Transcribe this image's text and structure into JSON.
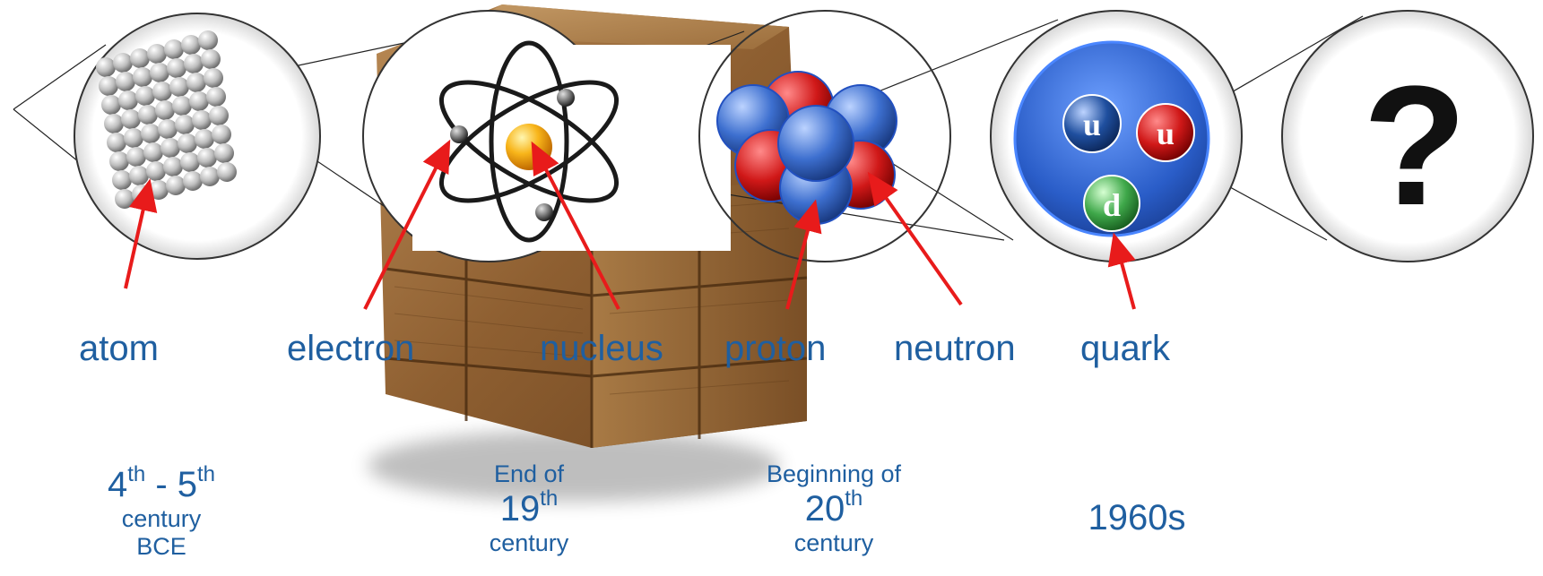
{
  "labels": {
    "atom": "atom",
    "electron": "electron",
    "nucleus": "nucleus",
    "proton": "proton",
    "neutron": "neutron",
    "quark": "quark"
  },
  "quark_letters": {
    "up1": "u",
    "up2": "u",
    "down": "d"
  },
  "unknown_symbol": "?",
  "eras": {
    "atom": {
      "num1": "4",
      "sup1": "th",
      "sep": " - ",
      "num2": "5",
      "sup2": "th",
      "line2": "century",
      "line3": "BCE"
    },
    "electron": {
      "line1": "End of",
      "num": "19",
      "sup": "th",
      "line3": "century"
    },
    "proton": {
      "line1": "Beginning of",
      "num": "20",
      "sup": "th",
      "line3": "century"
    },
    "quark": {
      "text": "1960s"
    }
  },
  "colors": {
    "text_blue": "#1f5fa0",
    "arrow_red": "#e81b1b",
    "proton_red": "#d01818",
    "neutron_blue": "#3d6fcf",
    "wood": "#9a6a3a"
  }
}
